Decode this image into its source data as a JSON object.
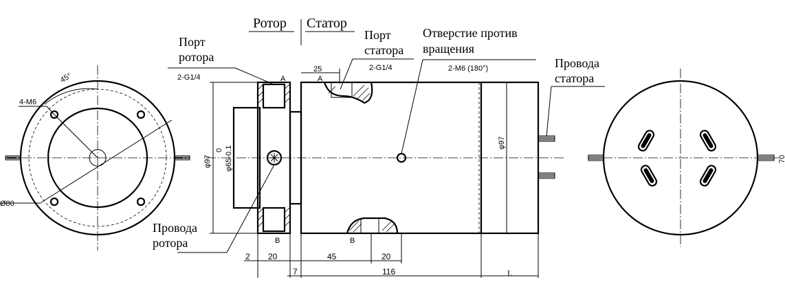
{
  "header": {
    "rotor_label": "Ротор",
    "stator_label": "Статор"
  },
  "callouts": {
    "rotor_port": [
      "Порт",
      "ротора"
    ],
    "stator_port": [
      "Порт",
      "статора"
    ],
    "anti_rotation_hole": [
      "Отверстие против",
      "вращения"
    ],
    "stator_wires": [
      "Провода",
      "статора"
    ],
    "rotor_wires": [
      "Провода",
      "ротора"
    ]
  },
  "annotations": {
    "rotor_thread": "2-G1/4",
    "stator_thread": "2-G1/4",
    "anti_rotation_thread": "2-M6 (180°)",
    "front_bolts": "4-M6",
    "front_angle": "45°",
    "front_pcd": "Ø80",
    "port_a_rotor": "A",
    "port_a_stator": "A",
    "port_b_rotor": "B",
    "port_b_stator": "B"
  },
  "dimensions": {
    "outer_dia": "φ97",
    "bore_dia": "φ65-0.1",
    "bore_tol_upper": "0",
    "stator_dia": "φ97",
    "port_offset": "25",
    "gap": "2",
    "rotor_width": "20",
    "port_b_offset": "45",
    "port_b_width": "20",
    "step": "7",
    "body_length": "116",
    "wire_length": "L",
    "end_height": "70"
  }
}
